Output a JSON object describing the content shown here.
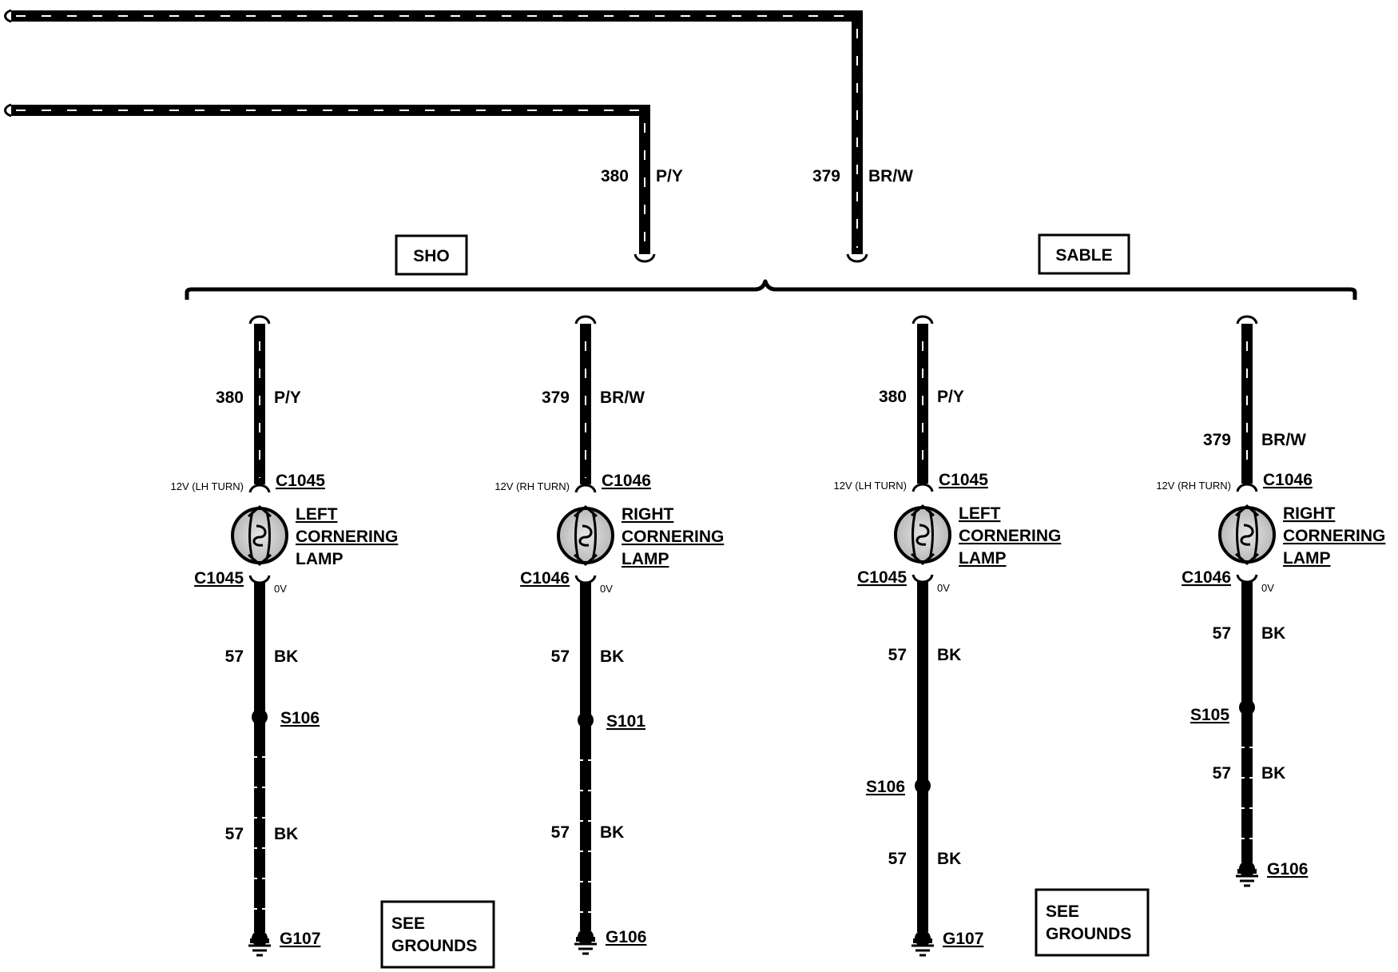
{
  "top": {
    "wire_379": {
      "circuit": "379",
      "color": "BR/W"
    },
    "wire_380": {
      "circuit": "380",
      "color": "P/Y"
    },
    "group_sho": "SHO",
    "group_sable": "SABLE"
  },
  "columns": [
    {
      "wire_in": {
        "circuit": "380",
        "color": "P/Y"
      },
      "voltage": "12V (LH TURN)",
      "connector_top": "C1045",
      "lamp_line1": "LEFT",
      "lamp_line2": "CORNERING",
      "lamp_line3": "LAMP",
      "connector_bottom": "C1045",
      "voltage_bottom": "0V",
      "wire_out1": {
        "circuit": "57",
        "color": "BK"
      },
      "splice": "S106",
      "wire_out2": {
        "circuit": "57",
        "color": "BK"
      },
      "ground": "G107"
    },
    {
      "wire_in": {
        "circuit": "379",
        "color": "BR/W"
      },
      "voltage": "12V (RH TURN)",
      "connector_top": "C1046",
      "lamp_line1": "RIGHT",
      "lamp_line2": "CORNERING",
      "lamp_line3": "LAMP",
      "connector_bottom": "C1046",
      "voltage_bottom": "0V",
      "wire_out1": {
        "circuit": "57",
        "color": "BK"
      },
      "splice": "S101",
      "wire_out2": {
        "circuit": "57",
        "color": "BK"
      },
      "ground": "G106"
    },
    {
      "wire_in": {
        "circuit": "380",
        "color": "P/Y"
      },
      "voltage": "12V (LH TURN)",
      "connector_top": "C1045",
      "lamp_line1": "LEFT",
      "lamp_line2": "CORNERING",
      "lamp_line3": "LAMP",
      "connector_bottom": "C1045",
      "voltage_bottom": "0V",
      "wire_out1": {
        "circuit": "57",
        "color": "BK"
      },
      "splice": "S106",
      "wire_out2": {
        "circuit": "57",
        "color": "BK"
      },
      "ground": "G107"
    },
    {
      "wire_in": {
        "circuit": "379",
        "color": "BR/W"
      },
      "voltage": "12V (RH TURN)",
      "connector_top": "C1046",
      "lamp_line1": "RIGHT",
      "lamp_line2": "CORNERING",
      "lamp_line3": "LAMP",
      "connector_bottom": "C1046",
      "voltage_bottom": "0V",
      "wire_out1": {
        "circuit": "57",
        "color": "BK"
      },
      "splice": "S105",
      "wire_out2": {
        "circuit": "57",
        "color": "BK"
      },
      "ground": "G106"
    }
  ],
  "see_grounds": [
    {
      "line1": "SEE",
      "line2": "GROUNDS"
    },
    {
      "line1": "SEE",
      "line2": "GROUNDS"
    }
  ]
}
